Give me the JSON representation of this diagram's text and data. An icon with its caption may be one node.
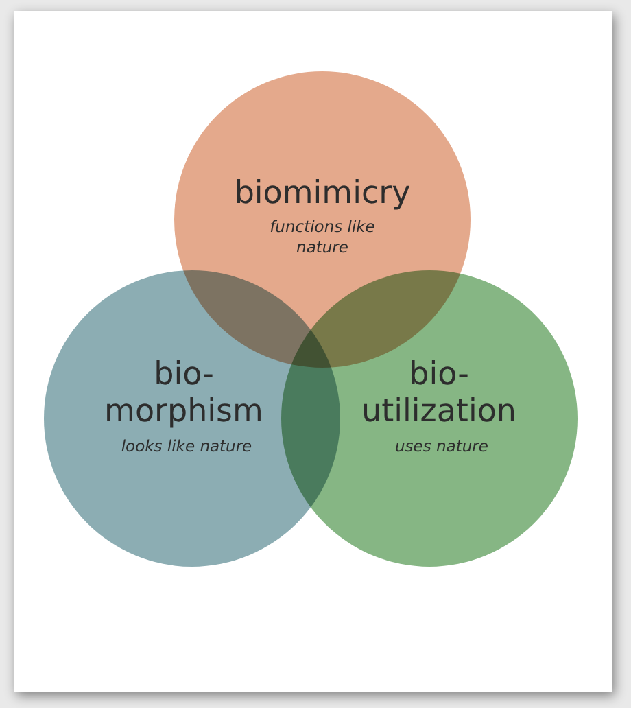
{
  "diagram": {
    "nodes": [
      {
        "text": [
          "biomimicry",
          "functions like nature"
        ]
      },
      {
        "text": [
          "bio- morphism",
          "looks like nature"
        ]
      },
      {
        "text": [
          "bio- utilization",
          "uses nature"
        ]
      }
    ]
  }
}
